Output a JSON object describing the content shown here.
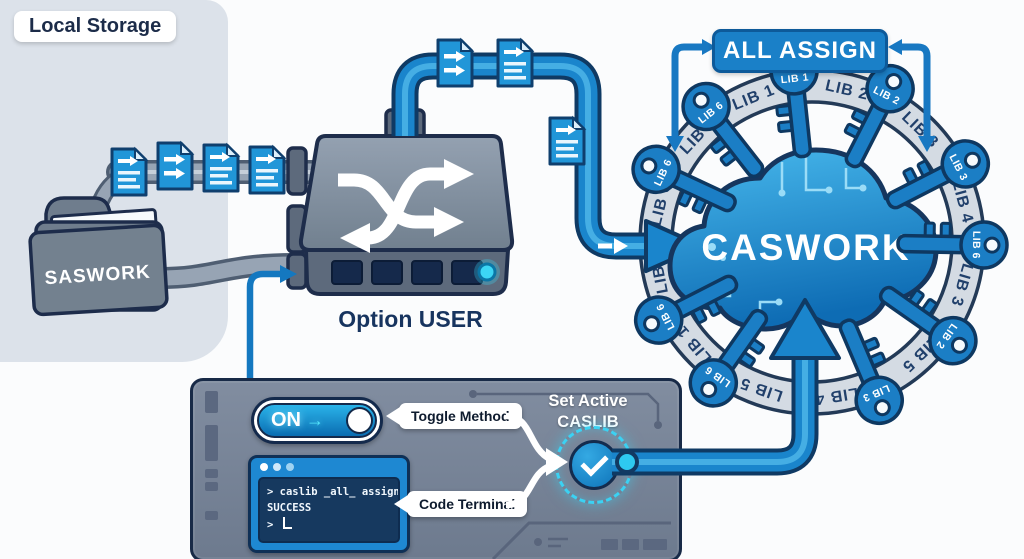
{
  "local_storage": {
    "panel_label": "Local Storage",
    "folder_label": "SASWORK"
  },
  "device": {
    "label": "Option USER"
  },
  "banner": {
    "label": "ALL ASSIGN"
  },
  "cloud": {
    "label": "CASWORK"
  },
  "ring": {
    "band_labels": [
      {
        "angle": -22,
        "label": "LIB 1"
      },
      {
        "angle": 13,
        "label": "LIB 2"
      },
      {
        "angle": 44,
        "label": "LIB 3"
      },
      {
        "angle": 75,
        "label": "LIB 4"
      },
      {
        "angle": 106,
        "label": "LIB 3"
      },
      {
        "angle": 136,
        "label": "LIB 5"
      },
      {
        "angle": 171,
        "label": "LIB 4"
      },
      {
        "angle": 199,
        "label": "LIB 5"
      },
      {
        "angle": 229,
        "label": "LIB 1"
      },
      {
        "angle": 259,
        "label": "LIB 5"
      },
      {
        "angle": 284,
        "label": "LIB 6"
      },
      {
        "angle": 313,
        "label": "LIB 6"
      }
    ],
    "keys": [
      {
        "angle": -6,
        "label": "LIB 1"
      },
      {
        "angle": 27,
        "label": "LIB 2"
      },
      {
        "angle": 63,
        "label": "LIB 3"
      },
      {
        "angle": 91,
        "label": "LIB 6"
      },
      {
        "angle": 125,
        "label": "LIB 2"
      },
      {
        "angle": 157,
        "label": "LIB 3"
      },
      {
        "angle": 215,
        "label": "LIB 6"
      },
      {
        "angle": 243,
        "label": "LIB 6"
      },
      {
        "angle": 295,
        "label": "LIB 6"
      },
      {
        "angle": 322,
        "label": "LIB 6"
      }
    ]
  },
  "control_panel": {
    "toggle_label": "ON",
    "toggle_annotation": "Toggle Method",
    "terminal_annotation": "Code Terminal",
    "terminal_lines": [
      "> caslib _all_ assign;",
      "SUCCESS",
      "> "
    ],
    "set_active_line1": "Set Active",
    "set_active_line2": "CASLIB"
  },
  "icons": {
    "toggle_arrow": "→"
  },
  "colors": {
    "accent_blue": "#1a85cc",
    "dark_navy": "#14315a",
    "cyan_glow": "#38d3f3",
    "panel_slate": "#7b8799",
    "ring_gray": "#d4dbe3",
    "terminal_bg": "#16395f",
    "local_panel_gray": "#dce2ea"
  }
}
